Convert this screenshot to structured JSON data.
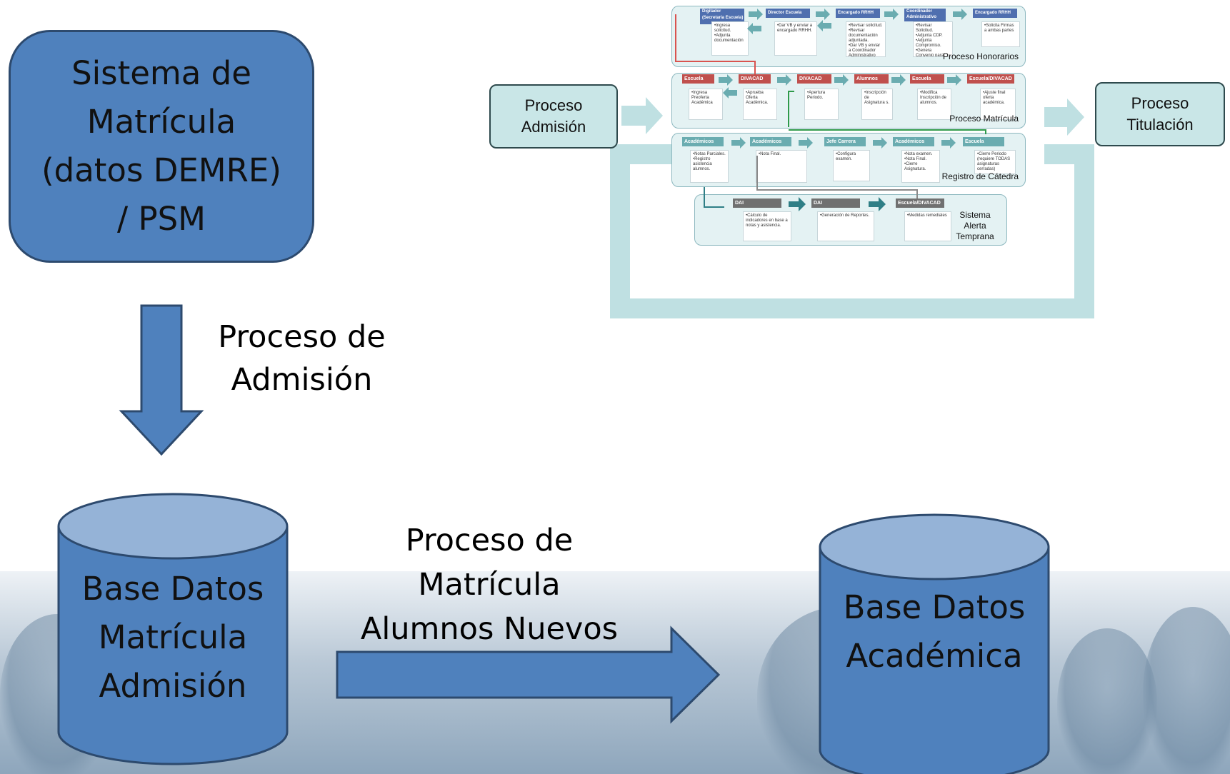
{
  "colors": {
    "primary_blue": "#4f81bd",
    "dark_outline": "#2d4a6e",
    "mini_teal": "#6aacb0",
    "mini_red": "#c0504d",
    "mini_gray": "#707070",
    "pale_teal": "#c9e6e7"
  },
  "left_flow": {
    "system_box": "Sistema de\nMatrícula\n(datos DEMRE)\n/ PSM",
    "down_arrow_label_line1": "Proceso de",
    "down_arrow_label_line2": "Admisión",
    "db_left": [
      "Base Datos",
      "Matrícula",
      "Admisión"
    ],
    "right_arrow_label": [
      "Proceso de",
      "Matrícula",
      "Alumnos Nuevos"
    ],
    "db_right": [
      "Base Datos",
      "Académica"
    ]
  },
  "overview": {
    "external_left": "Proceso\nAdmisión",
    "external_right": "Proceso\nTitulación",
    "honorarios": {
      "caption": "Proceso Honorarios",
      "heads": [
        "Digitador (Secretaría Escuela)",
        "Director Escuela",
        "Encargado RRHH",
        "Coordinador Administrativo",
        "Encargado RRHH"
      ],
      "cards": [
        "•Ingresa solicitud.\n•Adjunta documentación",
        "•Dar VB y enviar a encargado RRHH.",
        "•Revisar solicitud.\n•Revisar documentación adjuntada.\n•Dar VB y enviar a Coordinador Administrativo",
        "•Revisar Solicitud.\n•Adjunta CDP.\n•Adjunta Compromiso.\n•Genera Convenio para firma",
        "•Solicita Firmas a ambas partes"
      ]
    },
    "matricula": {
      "caption": "Proceso Matrícula",
      "heads": [
        "Escuela",
        "DIVACAD",
        "DIVACAD",
        "Alumnos",
        "Escuela",
        "Escuela/DIVACAD"
      ],
      "cards": [
        "•Ingresa Preoferta Académica",
        "•Aprueba Oferta Académica.",
        "•Apertura Periodo.",
        "•Inscripción de Asignatura s.",
        "•Modifica Inscripción de alumnos.",
        "•Ajuste final oferta académica."
      ]
    },
    "catedra": {
      "caption": "Registro de Cátedra",
      "heads": [
        "Académicos",
        "Académicos",
        "Jefe Carrera",
        "Académicos",
        "Escuela"
      ],
      "cards": [
        "•Notas Parciales.\n•Registro asistencia alumnos.",
        "•Nota Final.",
        "•Configura examen.",
        "•Nota examen.\n•Nota Final.\n•Cierre Asignatura.",
        "•Cierre Periodo (requiere TODAS asignaturas cerradas)"
      ]
    },
    "alerta": {
      "caption": "Sistema\nAlerta\nTemprana",
      "heads": [
        "DAI",
        "DAI",
        "Escuela/DIVACAD"
      ],
      "cards": [
        "•Cálculo de indicadores en base a notas y asistencia.",
        "•Generación de Reportes.",
        "•Medidas remediales"
      ]
    }
  }
}
